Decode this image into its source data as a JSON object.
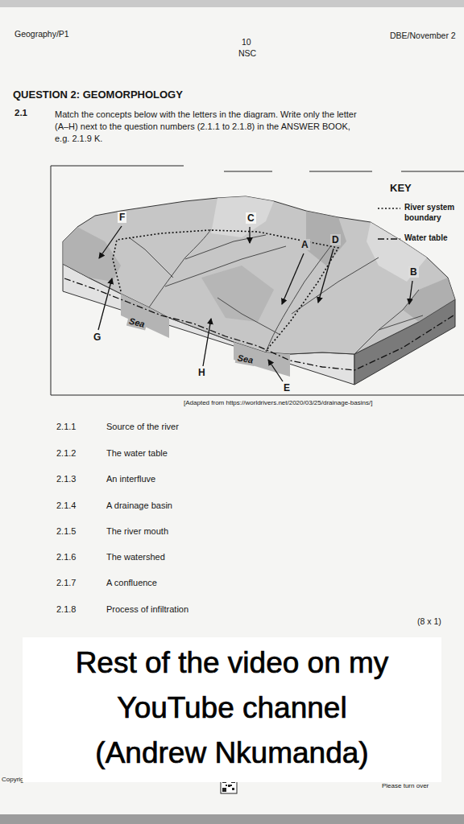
{
  "diagram": {
    "title": "QUESTION 2: GEOMORPHOLOGY",
    "nodes": [
      {
        "text": [
          "Rest of the video on my YouTube channel (Andrew Nkumanda)"
        ]
      }
    ],
    "labels": [
      "Geography/P1",
      "10",
      "NSC",
      "DBE/November 2",
      "2.1",
      "Match the concepts below with the letters in the diagram. Write only the letter",
      "(A–H) next to the question numbers (2.1.1 to 2.1.8) in the ANSWER BOOK,",
      "e.g. 2.1.9 K.",
      "KEY",
      "F",
      "C",
      "A",
      "D",
      "B",
      "G",
      "H",
      "E",
      "Sea",
      "Sea",
      "[Adapted from https://worldrivers.net/2020/03/25/drainage-basins/]",
      "2.1.1",
      "Source of the river",
      "2.1.2",
      "The water table",
      "2.1.3",
      "An interfluve",
      "2.1.4",
      "A drainage basin",
      "2.1.5",
      "The river mouth",
      "2.1.6",
      "The watershed",
      "2.1.7",
      "A confluence",
      "2.1.8",
      "Process of infiltration",
      "(8 x 1)",
      "Copyright reserved",
      "Please turn over"
    ],
    "legend": [
      {
        "text": "River system boundary"
      },
      {
        "text": "Water table"
      }
    ]
  }
}
